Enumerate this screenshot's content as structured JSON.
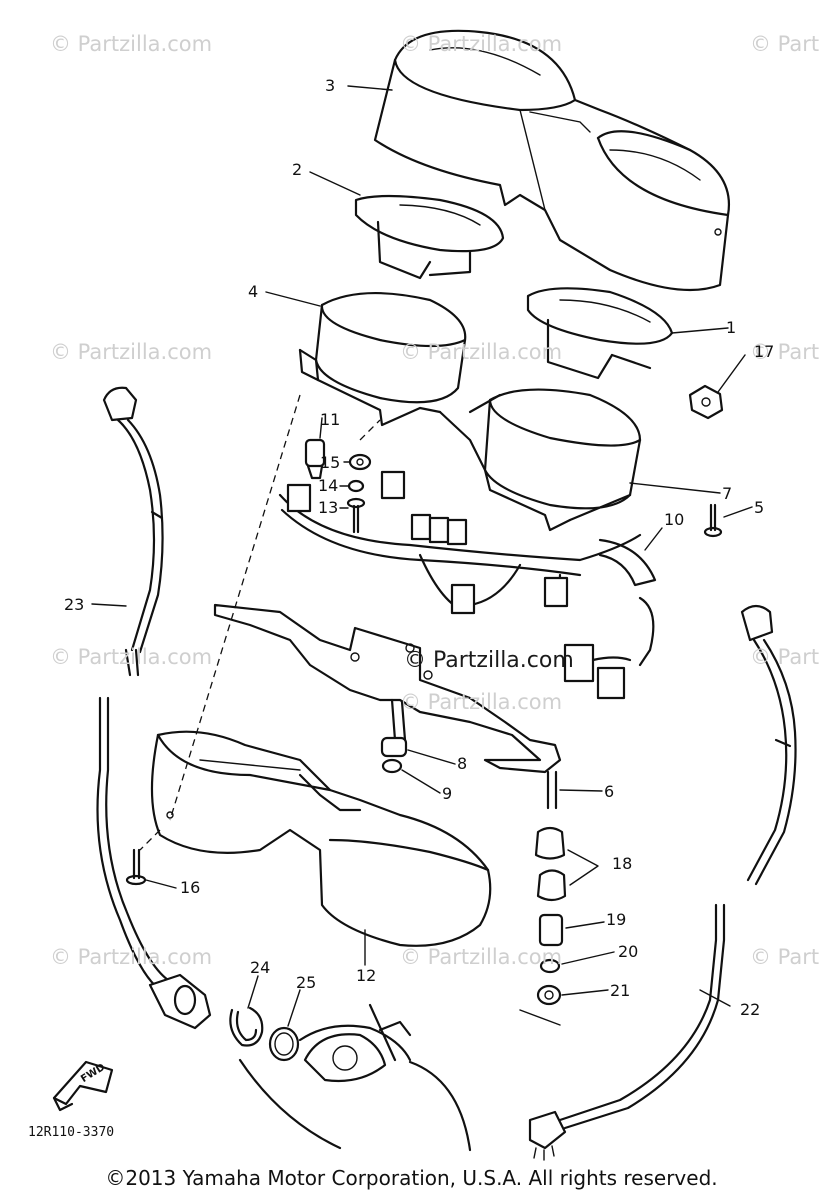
{
  "watermarks": [
    {
      "text": "© Partzilla.com"
    },
    {
      "text": "© Partzilla.com"
    },
    {
      "text": "© Part"
    },
    {
      "text": "© Partzilla.com"
    },
    {
      "text": "© Partzilla.com"
    },
    {
      "text": "© Part"
    },
    {
      "text": "© Partzilla.com"
    },
    {
      "text": "© Partzilla.com"
    },
    {
      "text": "© Part"
    },
    {
      "text": "© Partzilla.com"
    },
    {
      "text": "© Partzilla.com"
    },
    {
      "text": "© Part"
    }
  ],
  "center_watermark": "© Partzilla.com",
  "callouts": [
    "1",
    "2",
    "3",
    "4",
    "5",
    "6",
    "7",
    "8",
    "9",
    "10",
    "11",
    "12",
    "13",
    "14",
    "15",
    "16",
    "17",
    "18",
    "19",
    "20",
    "21",
    "22",
    "23",
    "24",
    "25"
  ],
  "reference_code": "12R110-3370",
  "front_label": "FWD",
  "copyright": "©2013 Yamaha Motor Corporation, U.S.A. All rights reserved."
}
